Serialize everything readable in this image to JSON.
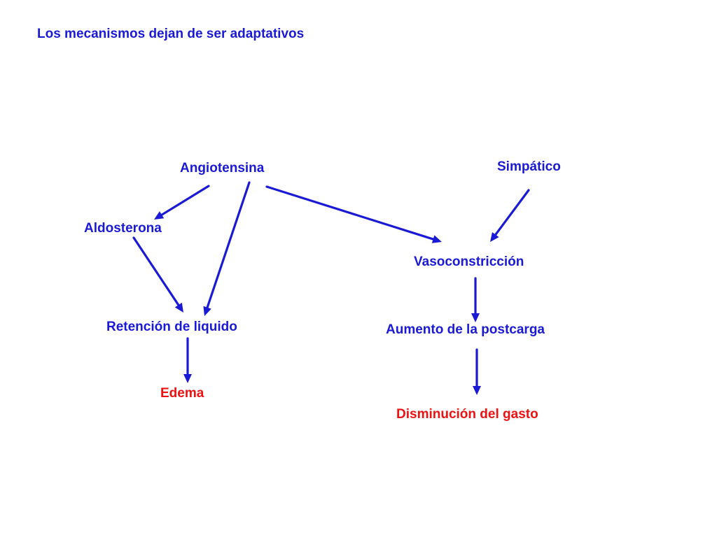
{
  "title": "Los mecanismos dejan de ser adaptativos",
  "nodes": {
    "angiotensina": "Angiotensina",
    "simpatico": "Simpático",
    "aldosterona": "Aldosterona",
    "vasoconstriccion": "Vasoconstricción",
    "retencion": "Retención de liquido",
    "aumento": "Aumento de la postcarga",
    "edema": "Edema",
    "disminucion": "Disminución del gasto"
  },
  "edges": [
    [
      "angiotensina",
      "aldosterona"
    ],
    [
      "angiotensina",
      "retencion"
    ],
    [
      "angiotensina",
      "vasoconstriccion"
    ],
    [
      "simpatico",
      "vasoconstriccion"
    ],
    [
      "aldosterona",
      "retencion"
    ],
    [
      "retencion",
      "edema"
    ],
    [
      "vasoconstriccion",
      "aumento"
    ],
    [
      "aumento",
      "disminucion"
    ]
  ],
  "colors": {
    "text_primary": "#1a1ad6",
    "text_outcome": "#ee1111",
    "arrow": "#1a1ad6"
  }
}
